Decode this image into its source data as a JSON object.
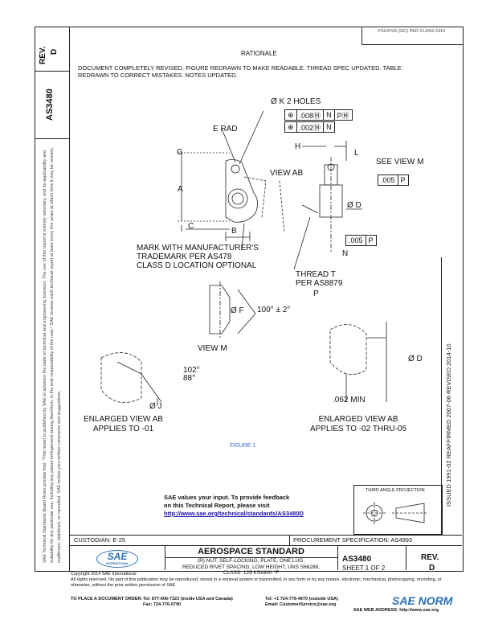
{
  "sidebar": {
    "rev_label": "REV.",
    "rev_value": "D",
    "doc_number": "AS3480",
    "legal_text": "SAE Technical Standards Board Rules provide that: \"This report is published by SAE to advance the state of technical and engineering sciences. The use of this report is entirely voluntary, and its applicability and suitability for any particular use, including any patent infringement arising therefrom, is the sole responsibility of the user.\" SAE reviews each technical report at least every five years at which time it may be revised, reaffirmed, stabilized, or cancelled. SAE invites your written comments and suggestions."
  },
  "header": {
    "fsc": "FSC/FSA (SIC) PER CLASS 5310",
    "rationale_title": "RATIONALE",
    "rationale_text": "DOCUMENT COMPLETELY REVISED. FIGURE REDRAWN TO MAKE READABLE. THREAD SPEC UPDATED. TABLE REDRAWN TO CORRECT MISTAKES. NOTES UPDATED."
  },
  "figure": {
    "holes_label": "Ø K 2 HOLES",
    "fcf1": [
      "⊕",
      ".008Ⓜ",
      "N",
      "PⓂ"
    ],
    "fcf2": [
      "⊕",
      ".002Ⓜ",
      "N"
    ],
    "e_rad": "E RAD",
    "g": "G",
    "a": "A",
    "c": "C",
    "b": "B",
    "h": "H",
    "l": "L",
    "view_ab": "VIEW AB",
    "see_view_m": "SEE VIEW M",
    "fcf3": [
      ".005",
      "P"
    ],
    "d": "Ø D",
    "fcf4": [
      ".005",
      "P"
    ],
    "n": "N",
    "mark_note": "MARK WITH MANUFACTURER'S\nTRADEMARK PER AS478\nCLASS D LOCATION OPTIONAL",
    "thread": "THREAD T\nPER AS8879",
    "p": "P",
    "f": "Ø F",
    "angle_100": "100° ± 2°",
    "view_m": "VIEW M",
    "angle_102": "102°\n88°",
    "j": "Ø J",
    "d2": "Ø D",
    "min062": ".062 MIN",
    "enlarged1": "ENLARGED VIEW AB\nAPPLIES TO -01",
    "enlarged2": "ENLARGED VIEW AB\nAPPLIES TO -02 THRU-05",
    "figure_label": "FIGURE 1"
  },
  "dates": "ISSUED 1991-02   REAFFIRMED 2007-06   REVISED 2014-10",
  "projection": "THIRD ANGLE PROJECTION",
  "feedback": {
    "line1": "SAE values your input. To provide feedback",
    "line2": "on this Technical Report, please visit",
    "url": "http://www.sae.org/technical/standards/AS3480D"
  },
  "title_block": {
    "custodian": "CUSTODIAN: E-25",
    "procurement": "PROCUREMENT SPECIFICATION: AS4993",
    "standard": "AEROSPACE STANDARD",
    "desc": "(R) NUT, SELF-LOCKING, PLATE, ONE LUG,\nREDUCED RIVET SPACING, LOW HEIGHT, UNS S66286,\nCLASS: 125 KSI/800 °F",
    "doc": "AS3480",
    "sheet": "SHEET 1 OF 2",
    "rev": "REV.",
    "rev_value": "D",
    "sae": "SAE",
    "sae_sub": "INTERNATIONAL"
  },
  "footer": {
    "copyright": "Copyright 2014 SAE International",
    "rights": "All rights reserved. No part of this publication may be reproduced, stored in a retrieval system or transmitted, in any form or by any means, electronic, mechanical, photocopying, recording, or otherwise, without the prior written permission of SAE.",
    "order": "TO PLACE A DOCUMENT ORDER:",
    "tel1": "Tel: 877-606-7323 (inside USA and Canada)",
    "tel2": "Tel: +1 724-776-4970 (outside USA)",
    "fax": "Fax: 724-776-0790",
    "email": "Email: CustomerService@sae.org",
    "web": "SAE WEB ADDRESS: http://www.sae.org",
    "logo": "SAE NORM"
  },
  "colors": {
    "link": "#1a0dab",
    "figure_label": "#3b63c9",
    "logo": "#2a6fb8"
  }
}
